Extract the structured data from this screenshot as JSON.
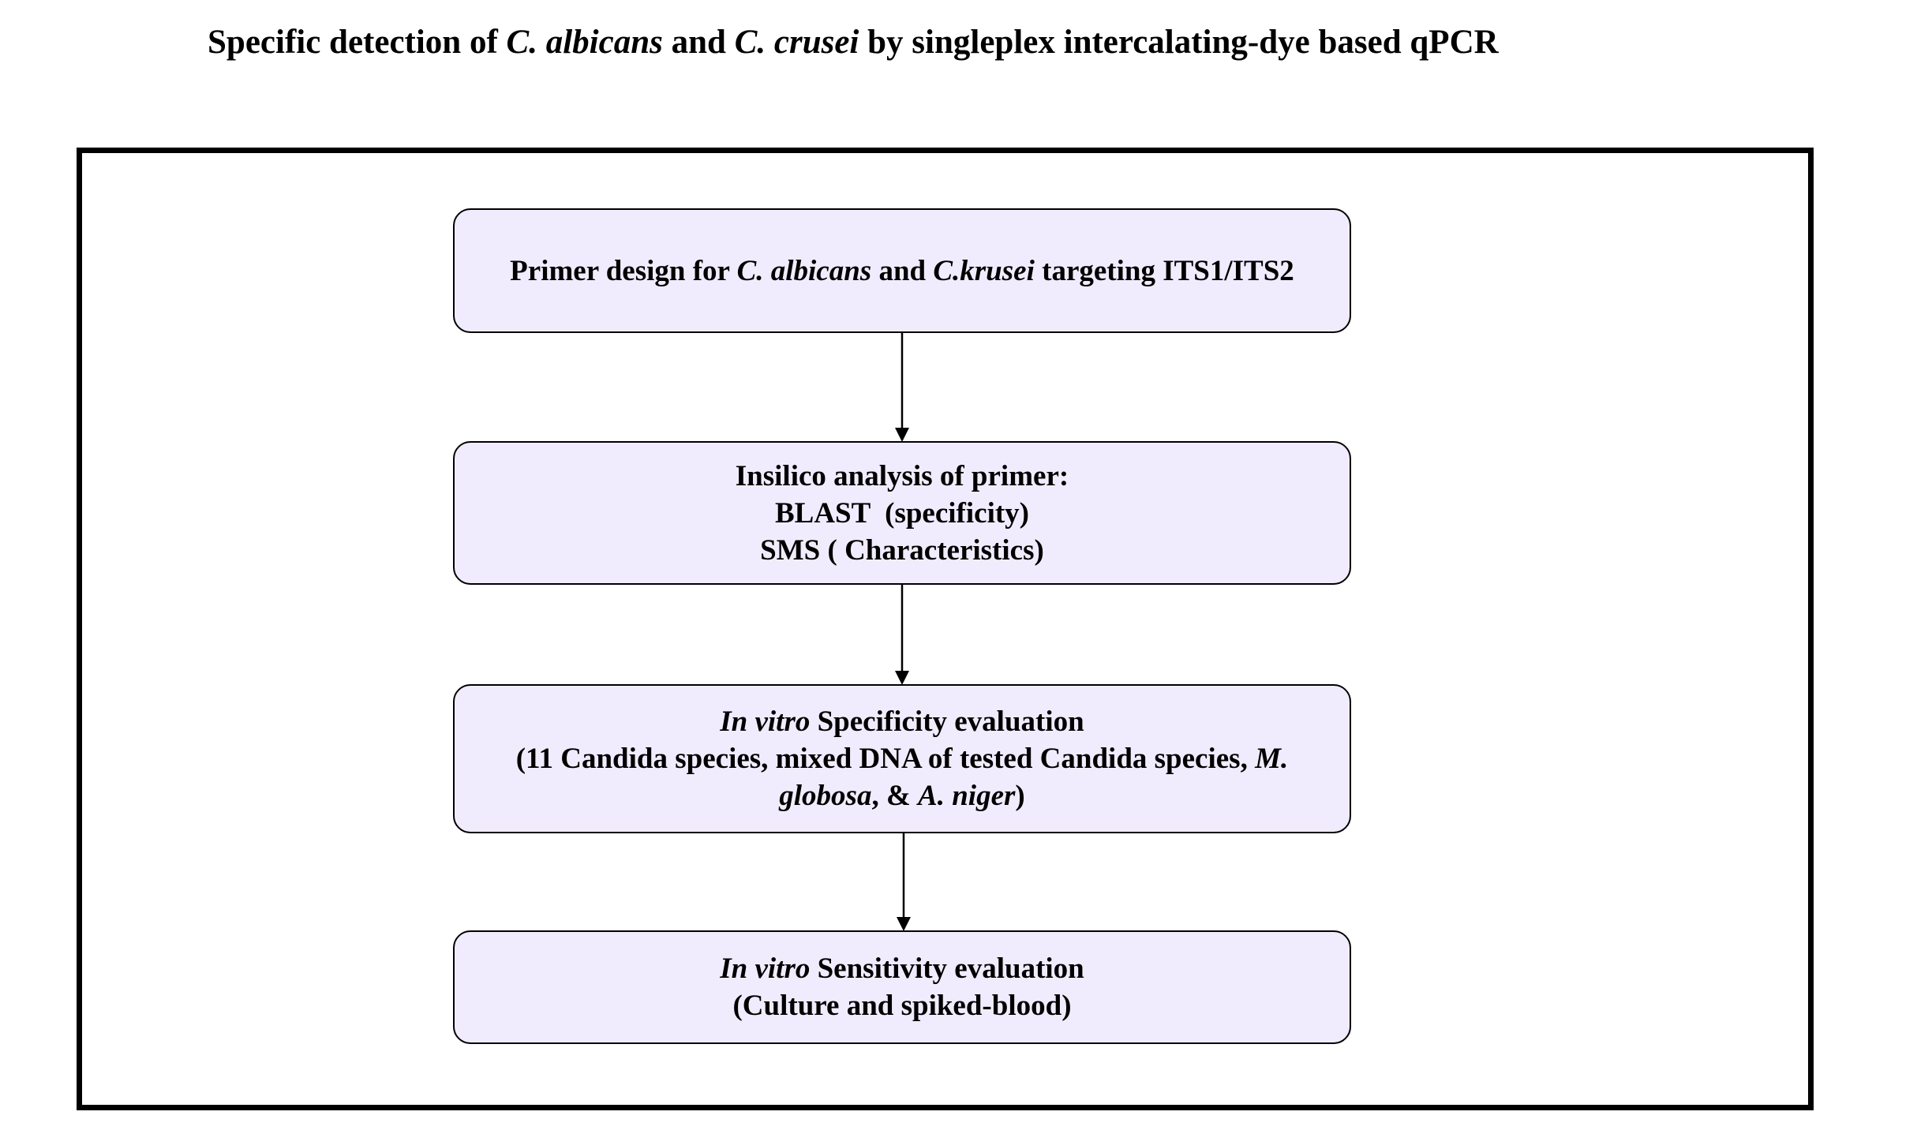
{
  "title": {
    "t1": "Specific detection of ",
    "t2": "C. albicans",
    "t3": " and ",
    "t4": "C. crusei",
    "t5": " by singleplex intercalating-dye based qPCR"
  },
  "steps": {
    "primer_design": {
      "p1": "Primer design for ",
      "p2": "C. albicans",
      "p3": " and ",
      "p4": "C.krusei",
      "p5": " targeting ITS1/ITS2"
    },
    "insilico": {
      "line1": "Insilico analysis of primer:",
      "line2": "BLAST  (specificity)",
      "line3": "SMS ( Characteristics)"
    },
    "specificity": {
      "a1": "In vitro",
      "a2": " Specificity evaluation",
      "b1": "(11 Candida species, mixed DNA of tested Candida species, ",
      "b2": "M.",
      "c1": "globosa",
      "c2": ", & ",
      "c3": "A. niger",
      "c4": ")"
    },
    "sensitivity": {
      "a1": "In vitro",
      "a2": " Sensitivity evaluation",
      "line2": "(Culture and spiked-blood)"
    }
  }
}
